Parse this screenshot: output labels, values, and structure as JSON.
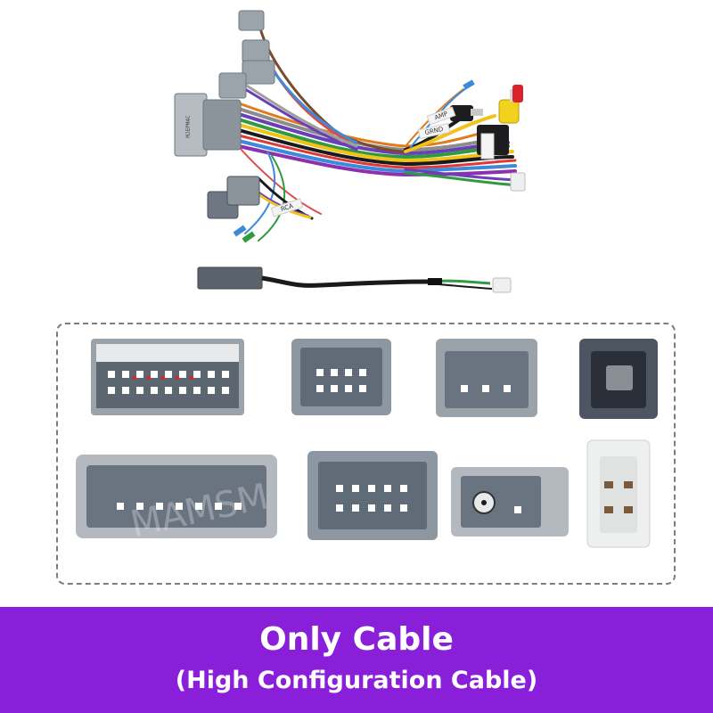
{
  "banner": {
    "title": "Only Cable",
    "subtitle": "(High Configuration Cable)",
    "background_color": "#8a1fd9",
    "text_color": "#ffffff"
  },
  "harness": {
    "label_text": "MJEPM4C",
    "tag_1": "GRND",
    "tag_2": "RCA",
    "tag_3": "AMP"
  },
  "watermark": "MAMSM",
  "connector_colors": {
    "gray": "#9ba3ab",
    "dark_gray": "#4d5560",
    "blue_gray": "#7f8c98",
    "white": "#eef0ef",
    "black": "#1d1d1f",
    "yellow": "#f1d21e",
    "red": "#d7242a"
  }
}
